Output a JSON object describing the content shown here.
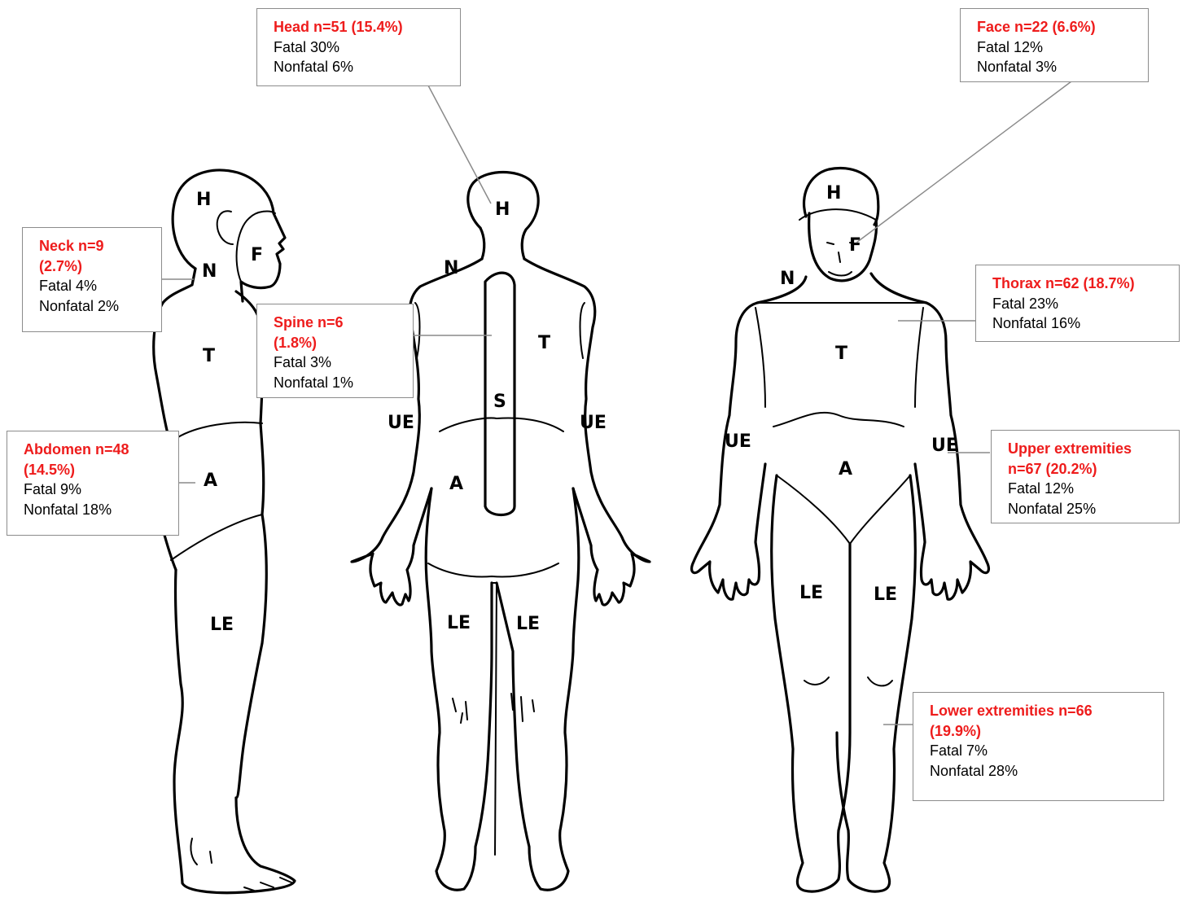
{
  "regions": {
    "side": {
      "head": "H",
      "face": "F",
      "neck": "N",
      "thorax": "T",
      "abdomen": "A",
      "lower": "LE"
    },
    "back": {
      "head": "H",
      "neck": "N",
      "thorax": "T",
      "spine": "S",
      "ue_left": "UE",
      "ue_right": "UE",
      "abdomen": "A",
      "le_left": "LE",
      "le_right": "LE"
    },
    "front": {
      "head": "H",
      "face": "F",
      "neck": "N",
      "thorax": "T",
      "ue_left": "UE",
      "ue_right": "UE",
      "abdomen": "A",
      "le_left": "LE",
      "le_right": "LE"
    }
  },
  "callouts": {
    "head": {
      "title": "Head n=51 (15.4%)",
      "fatal": "Fatal 30%",
      "nonfatal": "Nonfatal 6%"
    },
    "face": {
      "title": "Face n=22 (6.6%)",
      "fatal": "Fatal 12%",
      "nonfatal": "Nonfatal 3%"
    },
    "neck": {
      "title1": "Neck n=9",
      "title2": "(2.7%)",
      "fatal": "Fatal 4%",
      "nonfatal": "Nonfatal 2%"
    },
    "spine": {
      "title1": "Spine n=6",
      "title2": "(1.8%)",
      "fatal": "Fatal 3%",
      "nonfatal": "Nonfatal 1%"
    },
    "thorax": {
      "title": "Thorax n=62 (18.7%)",
      "fatal": "Fatal 23%",
      "nonfatal": "Nonfatal 16%"
    },
    "abdomen": {
      "title1": "Abdomen n=48",
      "title2": "(14.5%)",
      "fatal": "Fatal 9%",
      "nonfatal": "Nonfatal 18%"
    },
    "upper": {
      "title1": "Upper extremities",
      "title2": "n=67 (20.2%)",
      "fatal": "Fatal 12%",
      "nonfatal": "Nonfatal 25%"
    },
    "lower": {
      "title1": "Lower extremities n=66",
      "title2": "(19.9%)",
      "fatal": "Fatal 7%",
      "nonfatal": "Nonfatal 28%"
    }
  },
  "colors": {
    "title": "#ee1c1c",
    "border": "#8c8c8c",
    "leader": "#8a8a8a",
    "outline": "#000000"
  }
}
